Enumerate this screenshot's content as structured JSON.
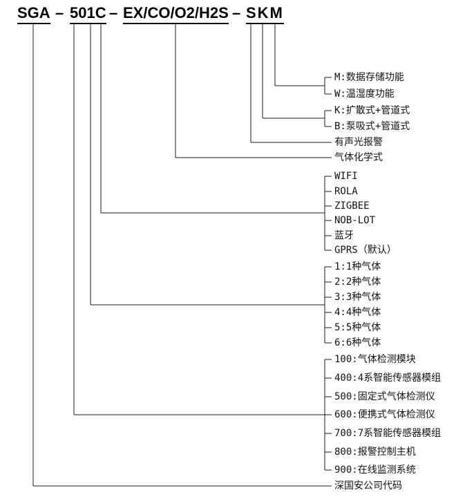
{
  "model_code": {
    "segments": [
      "SGA",
      "501C",
      "EX/CO/O2/H2S",
      "SKM"
    ],
    "separator": "–"
  },
  "legend": {
    "storage_options": [
      "M:数据存储功能",
      "W:温湿度功能"
    ],
    "sampling_options": [
      "K:扩散式+管道式",
      "B:泵吸式+管道式"
    ],
    "alarm": "有声光报警",
    "gas_formula": "气体化学式",
    "communication_options": [
      "WIFI",
      "ROLA",
      "ZIGBEE",
      "NOB-LOT",
      "蓝牙",
      "GPRS（默认）"
    ],
    "gas_count_options": [
      "1:1种气体",
      "2:2种气体",
      "3:3种气体",
      "4:4种气体",
      "5:5种气体",
      "6:6种气体"
    ],
    "series_options": [
      "100:气体检测模块",
      "400:4系智能传感器模组",
      "500:固定式气体检测仪",
      "600:便携式气体检测仪",
      "700:7系智能传感器模组",
      "800:报警控制主机",
      "900:在线监测系统"
    ],
    "company_code": "深国安公司代码"
  },
  "colors": {
    "line": "#1a1a1a",
    "text": "#111111",
    "title": "#000000",
    "background": "#ffffff"
  }
}
